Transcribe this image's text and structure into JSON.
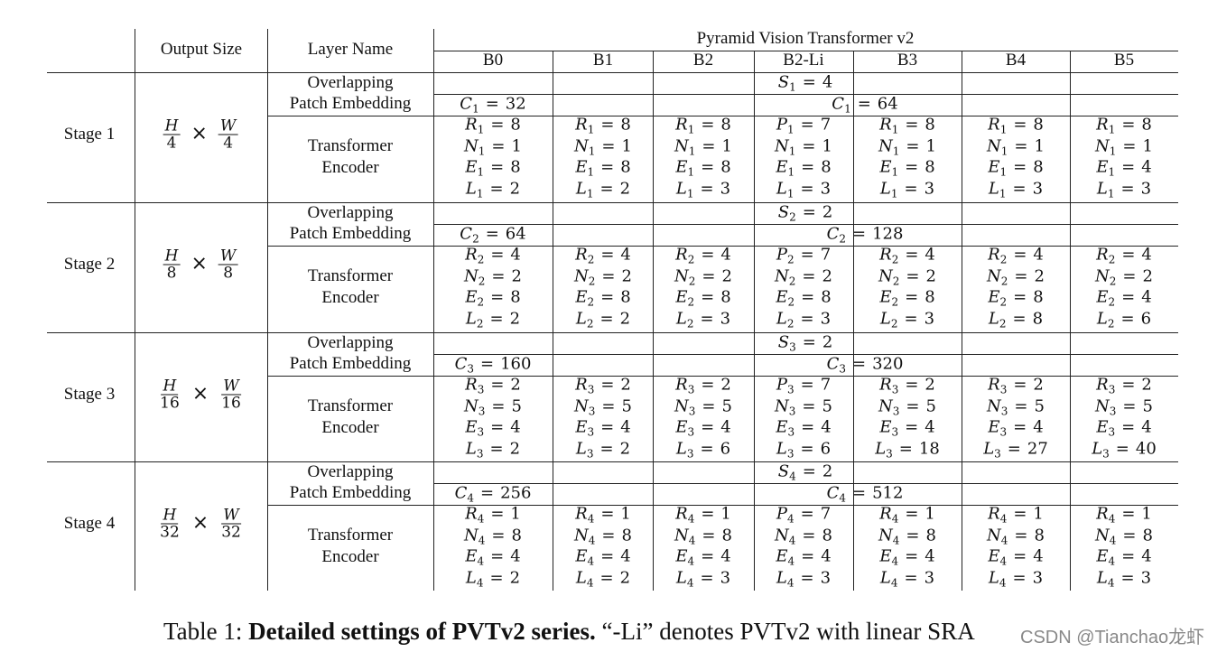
{
  "header": {
    "output_size": "Output Size",
    "layer_name": "Layer Name",
    "group": "Pyramid Vision Transformer v2",
    "models": [
      "B0",
      "B1",
      "B2",
      "B2-Li",
      "B3",
      "B4",
      "B5"
    ]
  },
  "layer_labels": {
    "ope": [
      "Overlapping",
      "Patch Embedding"
    ],
    "enc": [
      "Transformer",
      "Encoder"
    ]
  },
  "stages": [
    {
      "label": "Stage 1",
      "frac_num": [
        "H",
        "W"
      ],
      "frac_den": [
        "4",
        "4"
      ],
      "stride": "4",
      "c_b0": "32",
      "c_rest": "64",
      "params": [
        [
          "R",
          "8",
          "8",
          "8",
          "7",
          "8",
          "8",
          "8"
        ],
        [
          "N",
          "1",
          "1",
          "1",
          "1",
          "1",
          "1",
          "1"
        ],
        [
          "E",
          "8",
          "8",
          "8",
          "8",
          "8",
          "8",
          "4"
        ],
        [
          "L",
          "2",
          "2",
          "3",
          "3",
          "3",
          "3",
          "3"
        ]
      ]
    },
    {
      "label": "Stage 2",
      "frac_num": [
        "H",
        "W"
      ],
      "frac_den": [
        "8",
        "8"
      ],
      "stride": "2",
      "c_b0": "64",
      "c_rest": "128",
      "params": [
        [
          "R",
          "4",
          "4",
          "4",
          "7",
          "4",
          "4",
          "4"
        ],
        [
          "N",
          "2",
          "2",
          "2",
          "2",
          "2",
          "2",
          "2"
        ],
        [
          "E",
          "8",
          "8",
          "8",
          "8",
          "8",
          "8",
          "4"
        ],
        [
          "L",
          "2",
          "2",
          "3",
          "3",
          "3",
          "8",
          "6"
        ]
      ]
    },
    {
      "label": "Stage 3",
      "frac_num": [
        "H",
        "W"
      ],
      "frac_den": [
        "16",
        "16"
      ],
      "stride": "2",
      "c_b0": "160",
      "c_rest": "320",
      "params": [
        [
          "R",
          "2",
          "2",
          "2",
          "7",
          "2",
          "2",
          "2"
        ],
        [
          "N",
          "5",
          "5",
          "5",
          "5",
          "5",
          "5",
          "5"
        ],
        [
          "E",
          "4",
          "4",
          "4",
          "4",
          "4",
          "4",
          "4"
        ],
        [
          "L",
          "2",
          "2",
          "6",
          "6",
          "18",
          "27",
          "40"
        ]
      ]
    },
    {
      "label": "Stage 4",
      "frac_num": [
        "H",
        "W"
      ],
      "frac_den": [
        "32",
        "32"
      ],
      "stride": "2",
      "c_b0": "256",
      "c_rest": "512",
      "params": [
        [
          "R",
          "1",
          "1",
          "1",
          "7",
          "1",
          "1",
          "1"
        ],
        [
          "N",
          "8",
          "8",
          "8",
          "8",
          "8",
          "8",
          "8"
        ],
        [
          "E",
          "4",
          "4",
          "4",
          "4",
          "4",
          "4",
          "4"
        ],
        [
          "L",
          "2",
          "2",
          "3",
          "3",
          "3",
          "3",
          "3"
        ]
      ]
    }
  ],
  "symbols": {
    "stride": "S",
    "channels": "C",
    "b2li_reduction": "P",
    "equals": "="
  },
  "caption": {
    "prefix": "Table 1: ",
    "bold": "Detailed settings of PVTv2 series.",
    "rest": " “-Li” denotes PVTv2 with linear SRA"
  },
  "watermark": "CSDN @Tianchao龙虾"
}
